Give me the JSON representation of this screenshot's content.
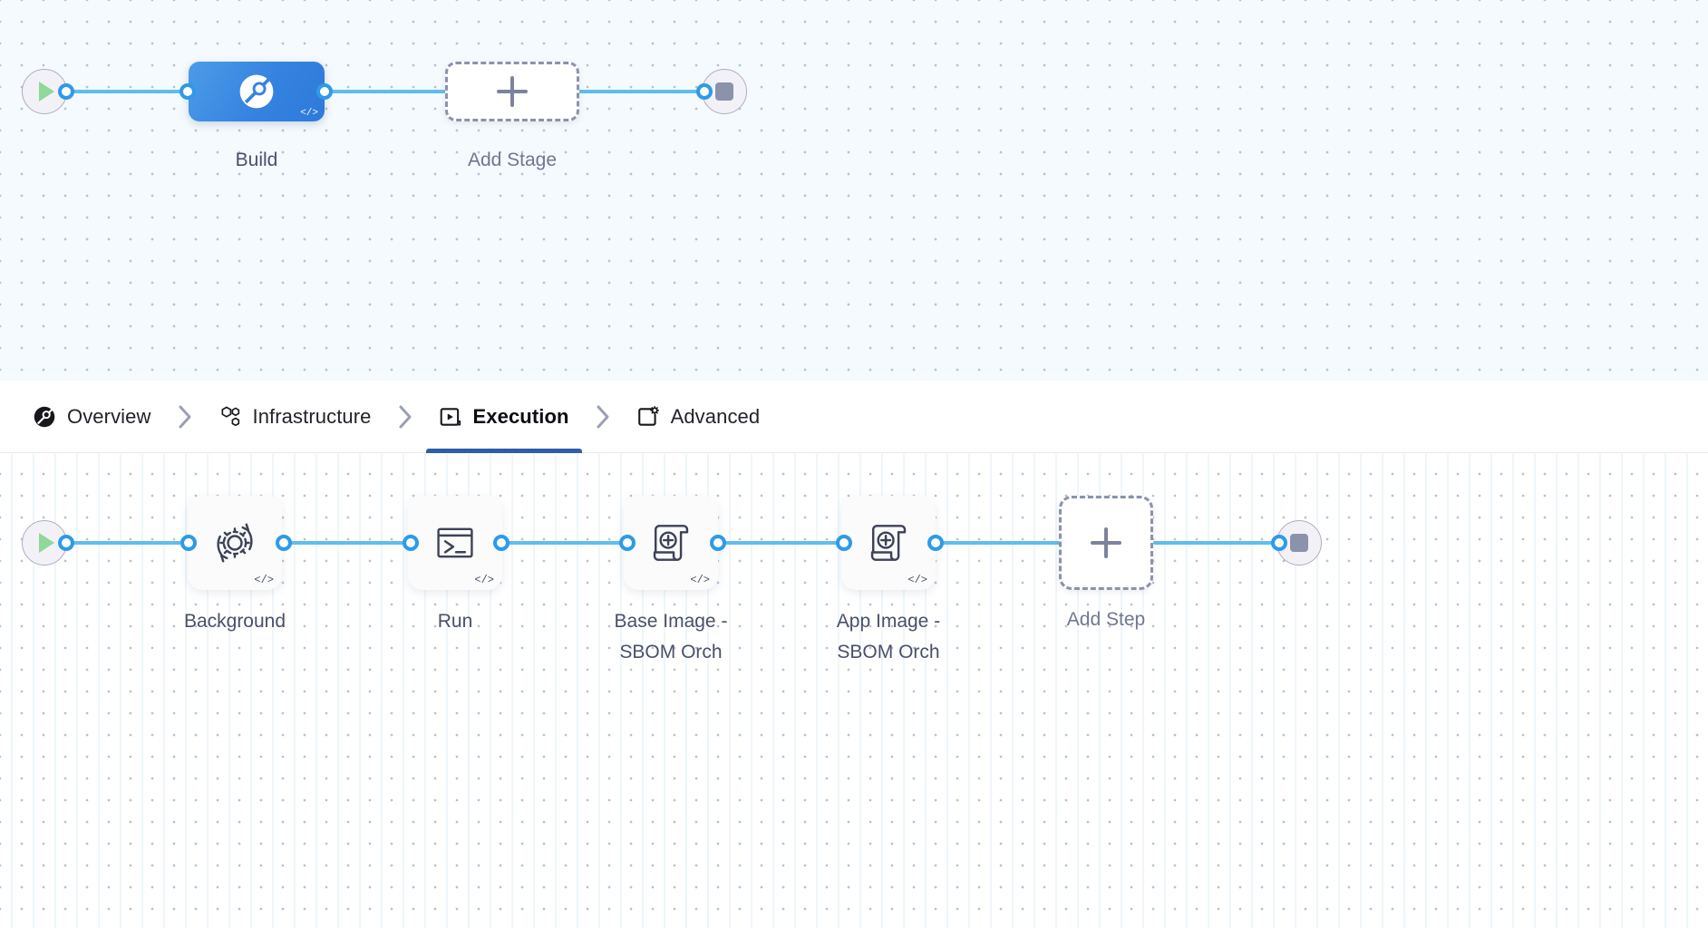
{
  "stage_canvas": {
    "name": "pipeline-stage-canvas",
    "background_color": "#f4fafd",
    "dot_color": "#b9c2cc",
    "start_node": {
      "icon": "play-icon",
      "label": ""
    },
    "end_node": {
      "icon": "stop-icon",
      "label": ""
    },
    "nodes": [
      {
        "id": "build-stage",
        "label": "Build",
        "type": "stage",
        "icon": "harness-ci-logo-icon",
        "badge": "</>",
        "color": "#3583e0",
        "selected": true
      },
      {
        "id": "add-stage",
        "label": "Add Stage",
        "type": "add",
        "icon": "plus-icon",
        "badge": ""
      }
    ]
  },
  "tabbar": {
    "name": "stage-config-tabs",
    "separator_icon": "chevron-right-icon",
    "active_tab": "Execution",
    "active_underline_color": "#2c5fa8",
    "tabs": [
      {
        "id": "overview",
        "label": "Overview",
        "icon": "harness-ci-logo-icon",
        "active": false
      },
      {
        "id": "infrastructure",
        "label": "Infrastructure",
        "icon": "hexagon-cluster-icon",
        "active": false
      },
      {
        "id": "execution",
        "label": "Execution",
        "icon": "play-box-icon",
        "active": true
      },
      {
        "id": "advanced",
        "label": "Advanced",
        "icon": "card-gear-icon",
        "active": false
      }
    ]
  },
  "steps_canvas": {
    "name": "pipeline-steps-canvas",
    "background_color": "#ffffff",
    "dot_color": "#b9c2cc",
    "grid_line_color": "#eef6fb",
    "start_node": {
      "icon": "play-icon",
      "label": ""
    },
    "end_node": {
      "icon": "stop-icon",
      "label": ""
    },
    "steps": [
      {
        "id": "background",
        "label": "Background",
        "icon": "gear-refresh-icon",
        "badge": "</>"
      },
      {
        "id": "run",
        "label": "Run",
        "icon": "terminal-icon",
        "badge": "</>"
      },
      {
        "id": "base-image-sbom",
        "label": "Base Image -\nSBOM Orch",
        "icon": "scroll-plus-icon",
        "badge": "</>"
      },
      {
        "id": "app-image-sbom",
        "label": "App Image -\nSBOM Orch",
        "icon": "scroll-plus-icon",
        "badge": "</>"
      },
      {
        "id": "add-step",
        "label": "Add Step",
        "icon": "plus-icon",
        "badge": ""
      }
    ]
  },
  "colors": {
    "connector": "#5fbdf0",
    "connector_dot_ring": "#2e9ae8",
    "stage_blue": "#3583e0",
    "play_green": "#8fd89a",
    "stop_gray": "#8b92ab",
    "dashed_border": "#8b92ab",
    "label_text": "#4a5068"
  }
}
